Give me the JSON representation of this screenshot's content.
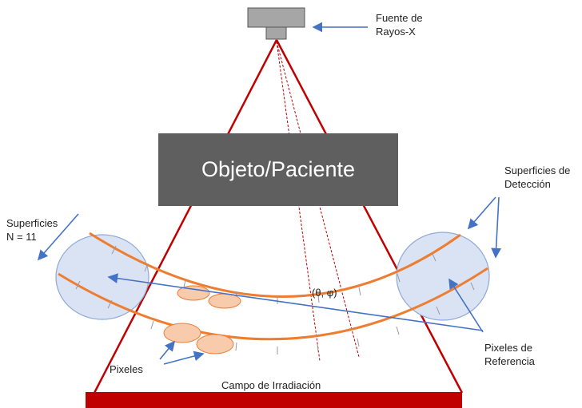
{
  "labels": {
    "source_line1": "Fuente de",
    "source_line2": "Rayos-X",
    "object": "Objeto/Paciente",
    "surfaces_line1": "Superficies",
    "surfaces_line2": "N = 11",
    "detection_line1": "Superficies de",
    "detection_line2": "Detección",
    "angle": "(θ, φ)",
    "pixels": "Pixeles",
    "ref_line1": "Pixeles de",
    "ref_line2": "Referencia",
    "field": "Campo de Irradiación"
  },
  "colors": {
    "beam": "#c00000",
    "detector_arc": "#ed7d31",
    "arrow": "#4472c4",
    "circle_fill": "#dae3f3",
    "pixel_fill": "#f8cbad",
    "object_box": "#5f5f5f",
    "source_body": "#a6a6a6",
    "field_bar": "#c00000"
  },
  "icons": [
    "xray-source-icon"
  ]
}
